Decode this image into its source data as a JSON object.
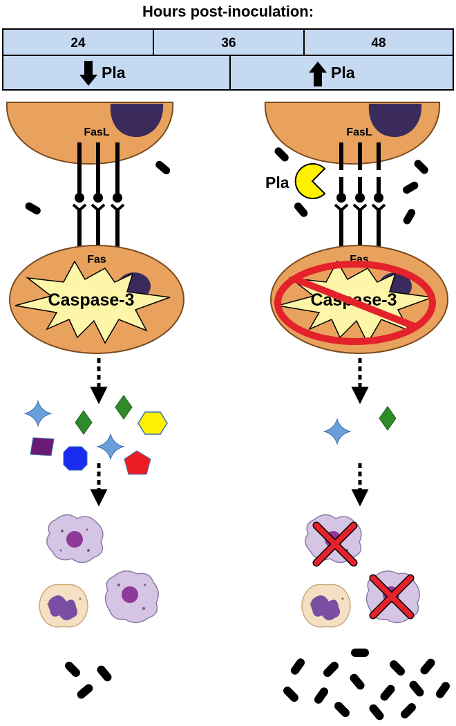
{
  "title": "Hours post-inoculation:",
  "timeline": {
    "hours": [
      "24",
      "36",
      "48"
    ],
    "phases": [
      {
        "arrow": "down",
        "label": "Pla"
      },
      {
        "arrow": "up",
        "label": "Pla"
      }
    ]
  },
  "left_panel": {
    "ligand_label": "FasL",
    "receptor_label": "Fas",
    "enzyme_label": "Caspase-3"
  },
  "right_panel": {
    "ligand_label": "FasL",
    "receptor_label": "Fas",
    "enzyme_label": "Caspase-3",
    "protease_label": "Pla"
  },
  "colors": {
    "header_fill": "#c5d9f1",
    "cell_fill": "#e8a25e",
    "nucleus": "#3a2b5c",
    "starburst": "#fdf6a8",
    "forbidden": "#e3222b",
    "pla_enzyme": "#fff200",
    "immune_cell": "#d6c4e4"
  }
}
